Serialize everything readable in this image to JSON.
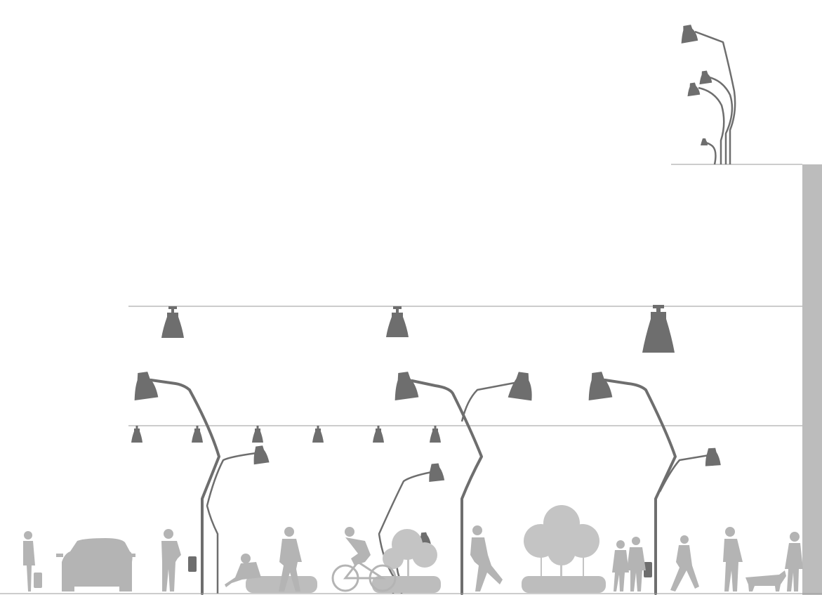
{
  "image_kind": "street section elevation — lighting concept drawing",
  "colors": {
    "lamp": "#6e6e6e",
    "silhouette": "#b4b4b4",
    "wire": "#9a9a9a",
    "building": "#bcbcbc",
    "background": "#ffffff"
  },
  "elements": {
    "upper_wire_lamps": 3,
    "lower_wire_lamps": 6,
    "street_lamp_clusters": 3,
    "rooftop_lamps": 4,
    "planters": 3,
    "people": [
      "walker-with-suitcase",
      "phone-caller",
      "seated-person",
      "walker",
      "cyclist",
      "runner",
      "couple",
      "walker",
      "dog-walker",
      "woman-with-bag"
    ],
    "vehicles": [
      "car"
    ]
  }
}
